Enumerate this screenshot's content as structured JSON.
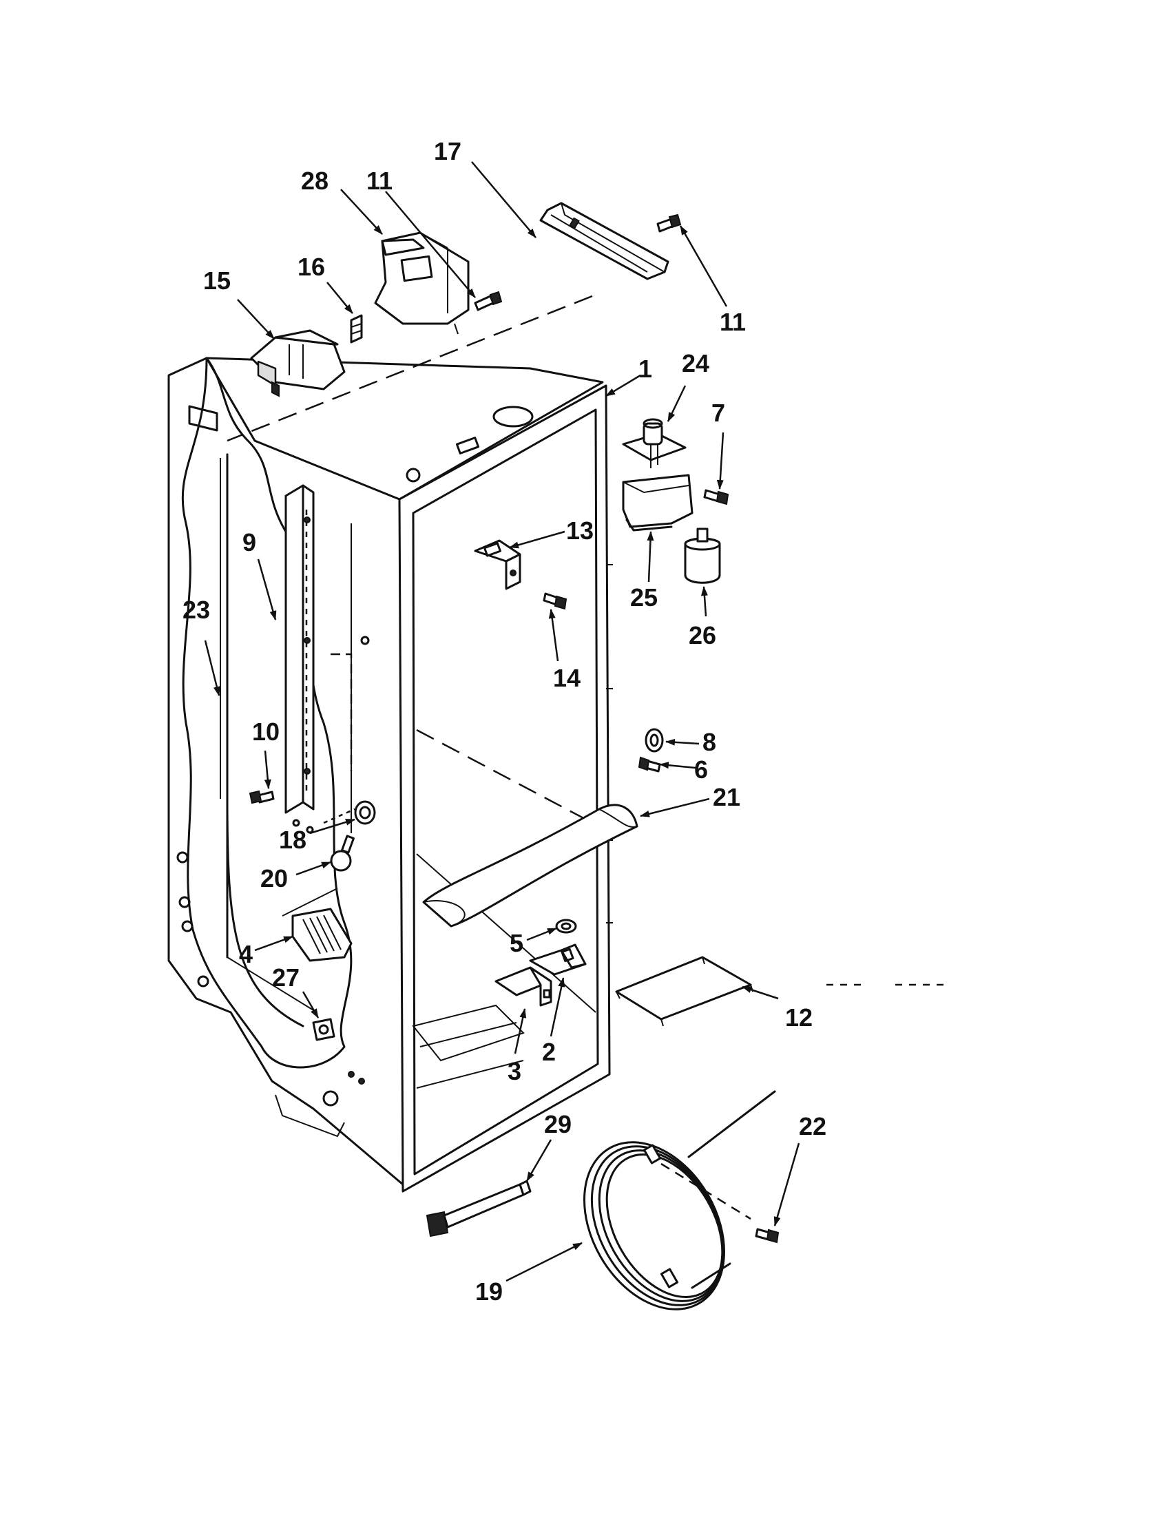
{
  "callouts": [
    {
      "id": "c17",
      "text": "17"
    },
    {
      "id": "c28",
      "text": "28"
    },
    {
      "id": "c11a",
      "text": "11"
    },
    {
      "id": "c11b",
      "text": "11"
    },
    {
      "id": "c16",
      "text": "16"
    },
    {
      "id": "c15",
      "text": "15"
    },
    {
      "id": "c1",
      "text": "1"
    },
    {
      "id": "c24",
      "text": "24"
    },
    {
      "id": "c7",
      "text": "7"
    },
    {
      "id": "c13",
      "text": "13"
    },
    {
      "id": "c25",
      "text": "25"
    },
    {
      "id": "c26",
      "text": "26"
    },
    {
      "id": "c14",
      "text": "14"
    },
    {
      "id": "c9",
      "text": "9"
    },
    {
      "id": "c23",
      "text": "23"
    },
    {
      "id": "c10",
      "text": "10"
    },
    {
      "id": "c8",
      "text": "8"
    },
    {
      "id": "c6",
      "text": "6"
    },
    {
      "id": "c21",
      "text": "21"
    },
    {
      "id": "c18",
      "text": "18"
    },
    {
      "id": "c20",
      "text": "20"
    },
    {
      "id": "c5",
      "text": "5"
    },
    {
      "id": "c4",
      "text": "4"
    },
    {
      "id": "c27",
      "text": "27"
    },
    {
      "id": "c12",
      "text": "12"
    },
    {
      "id": "c3",
      "text": "3"
    },
    {
      "id": "c2",
      "text": "2"
    },
    {
      "id": "c29",
      "text": "29"
    },
    {
      "id": "c22",
      "text": "22"
    },
    {
      "id": "c19",
      "text": "19"
    }
  ]
}
